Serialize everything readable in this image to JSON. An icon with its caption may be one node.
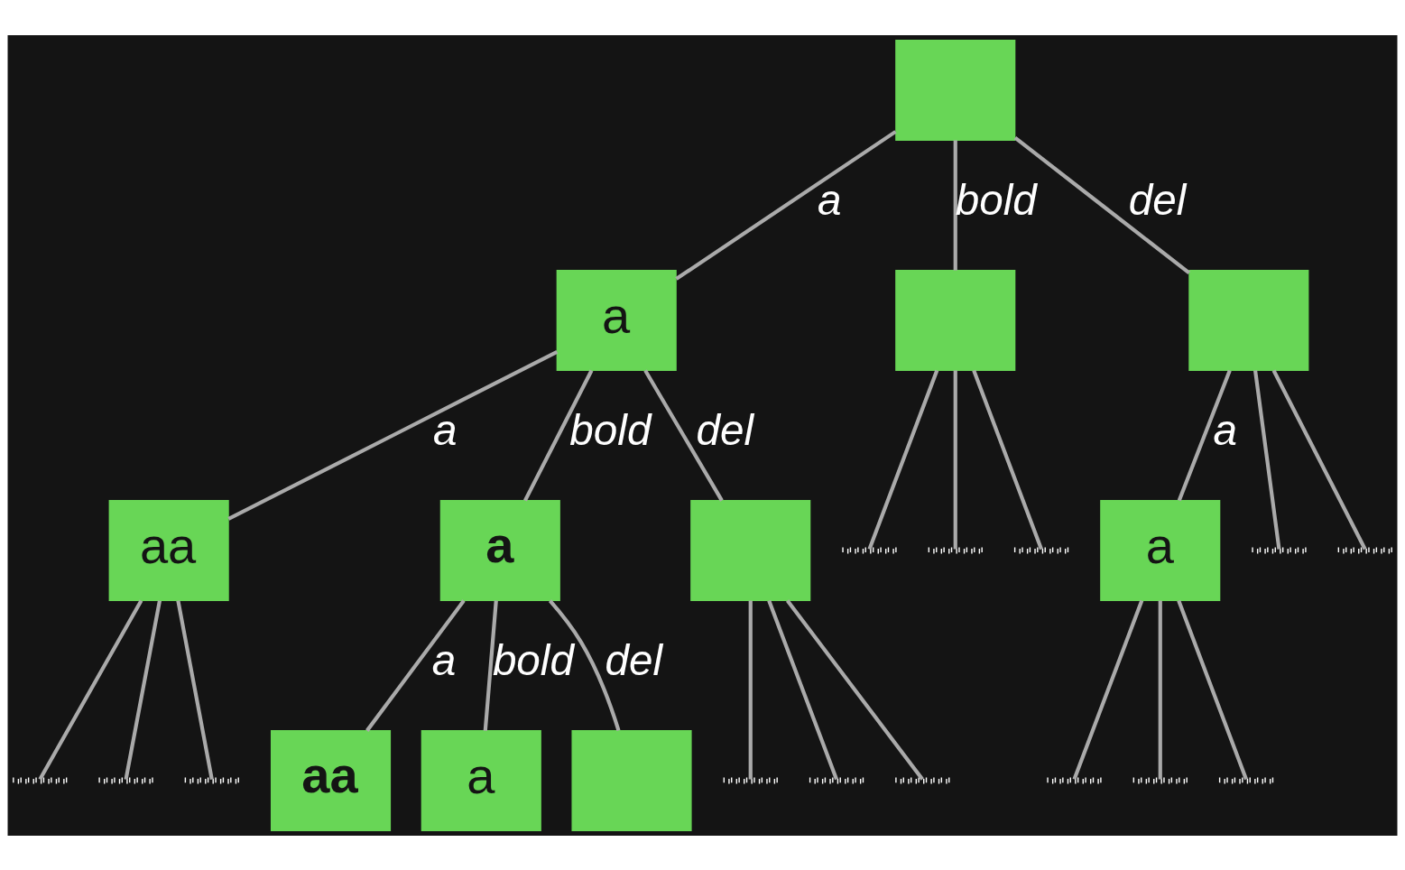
{
  "diagram": {
    "nodes": [
      {
        "text": [],
        "shape": "box"
      },
      {
        "text": [
          "a"
        ]
      },
      {
        "text": [],
        "shape": "box"
      },
      {
        "text": [],
        "shape": "box"
      },
      {
        "text": [
          "aa"
        ]
      },
      {
        "text": [
          "a"
        ]
      },
      {
        "text": [],
        "shape": "box"
      },
      {
        "text": [
          "aa"
        ]
      },
      {
        "text": [
          "a"
        ]
      },
      {
        "text": [],
        "shape": "box"
      },
      {
        "text": [
          "a"
        ]
      }
    ],
    "edges": [
      {
        "from": 0,
        "to": 1,
        "arrow": "none",
        "label": "a"
      },
      {
        "from": 0,
        "to": 2,
        "arrow": "none",
        "label": "bold"
      },
      {
        "from": 0,
        "to": 3,
        "arrow": "none",
        "label": "del"
      },
      {
        "from": 1,
        "to": 4,
        "arrow": "none",
        "label": "a"
      },
      {
        "from": 1,
        "to": 5,
        "arrow": "none",
        "label": "bold"
      },
      {
        "from": 1,
        "to": 6,
        "arrow": "none",
        "label": "del"
      },
      {
        "from": 4,
        "to": null,
        "arrow": "none"
      },
      {
        "from": 4,
        "to": null,
        "arrow": "none"
      },
      {
        "from": 4,
        "to": null,
        "arrow": "none"
      },
      {
        "from": 6,
        "to": null,
        "arrow": "none"
      },
      {
        "from": 6,
        "to": null,
        "arrow": "none"
      },
      {
        "from": 6,
        "to": null,
        "arrow": "none"
      },
      {
        "from": 2,
        "to": null,
        "arrow": "none"
      },
      {
        "from": 2,
        "to": null,
        "arrow": "none"
      },
      {
        "from": 2,
        "to": null,
        "arrow": "none"
      },
      {
        "from": 3,
        "to": 10,
        "arrow": "none",
        "label": "a"
      },
      {
        "from": 3,
        "to": null,
        "arrow": "none"
      },
      {
        "from": 3,
        "to": null,
        "arrow": "none"
      },
      {
        "from": 10,
        "to": null,
        "arrow": "none"
      },
      {
        "from": 10,
        "to": null,
        "arrow": "none"
      },
      {
        "from": 10,
        "to": null,
        "arrow": "none"
      },
      {
        "from": 5,
        "to": 7,
        "arrow": "none",
        "label": "a"
      },
      {
        "from": 5,
        "to": 8,
        "arrow": "none",
        "label": "bold"
      },
      {
        "from": 5,
        "to": 9,
        "arrow": "none",
        "label": "del"
      }
    ]
  }
}
